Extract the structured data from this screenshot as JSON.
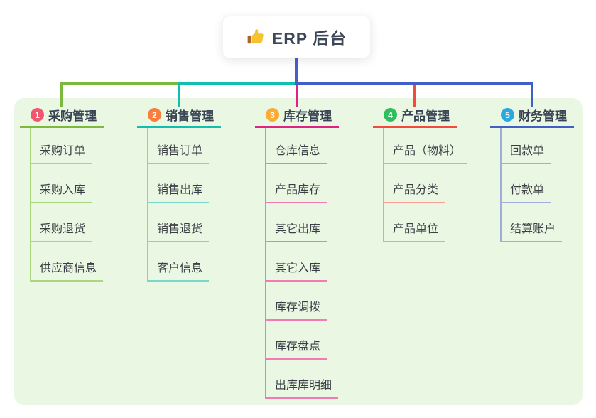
{
  "root": {
    "title": "ERP 后台",
    "icon": "thumbs-up-icon"
  },
  "colors": {
    "canvas_background": "#FFFFFF",
    "group_background": "#EAF7E3",
    "root_connector": "#4A5EC8",
    "root_title_color": "#3D4757",
    "child_text_color": "#3C4046",
    "thumb_gold": "#F6C32C",
    "thumb_cuff": "#A9672B"
  },
  "branches": [
    {
      "key": "purchase",
      "badge": "1",
      "label": "采购管理",
      "badge_color": "#F1566E",
      "line_color": "#7CB93E",
      "light_color": "#ACD57F",
      "children": [
        "采购订单",
        "采购入库",
        "采购退货",
        "供应商信息"
      ]
    },
    {
      "key": "sales",
      "badge": "2",
      "label": "销售管理",
      "badge_color": "#F97E3D",
      "line_color": "#10BFAD",
      "light_color": "#79D8CB",
      "children": [
        "销售订单",
        "销售出库",
        "销售退货",
        "客户信息"
      ]
    },
    {
      "key": "inventory",
      "badge": "3",
      "label": "库存管理",
      "badge_color": "#FBAC33",
      "line_color": "#E02383",
      "light_color": "#F27AB5",
      "children": [
        "仓库信息",
        "产品库存",
        "其它出库",
        "其它入库",
        "库存调拨",
        "库存盘点",
        "出库库明细"
      ]
    },
    {
      "key": "product",
      "badge": "4",
      "label": "产品管理",
      "badge_color": "#2EBE5C",
      "line_color": "#F24B3E",
      "light_color": "#F89E95",
      "children": [
        "产品（物料）",
        "产品分类",
        "产品单位"
      ]
    },
    {
      "key": "finance",
      "badge": "5",
      "label": "财务管理",
      "badge_color": "#2CA8DE",
      "line_color": "#4160C5",
      "light_color": "#9FAEDC",
      "children": [
        "回款单",
        "付款单",
        "结算账户"
      ]
    }
  ]
}
